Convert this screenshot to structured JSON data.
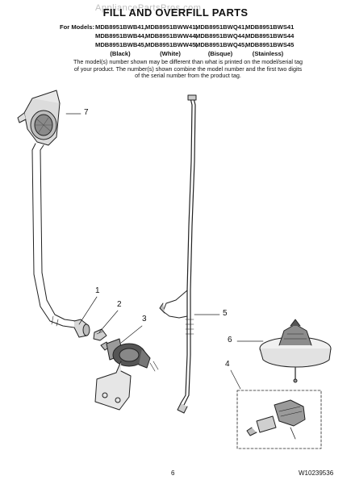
{
  "watermark": "AppliancePartsPros.com",
  "title": "FILL AND OVERFILL PARTS",
  "models": {
    "label": "For Models:",
    "rows": [
      [
        "MDB8951BWB41,",
        "MDB8951BWW41,",
        "MDB8951BWQ41,",
        "MDB8951BWS41"
      ],
      [
        "MDB8951BWB44,",
        "MDB8951BWW44,",
        "MDB8951BWQ44,",
        "MDB8951BWS44"
      ],
      [
        "MDB8951BWB45,",
        "MDB8951BWW45,",
        "MDB8951BWQ45,",
        "MDB8951BWS45"
      ]
    ],
    "colors": [
      "(Black)",
      "(White)",
      "(Bisque)",
      "(Stainless)"
    ]
  },
  "note": "The model(s) number shown may be different than what is printed on the model/serial tag of your product. The number(s) shown combine the model number and the first two digits of the serial number from the product tag.",
  "callouts": {
    "c1": "1",
    "c2": "2",
    "c3": "3",
    "c4": "4",
    "c5": "5",
    "c6": "6",
    "c7": "7"
  },
  "footer": {
    "page_number": "6",
    "doc_code": "W10239536"
  }
}
